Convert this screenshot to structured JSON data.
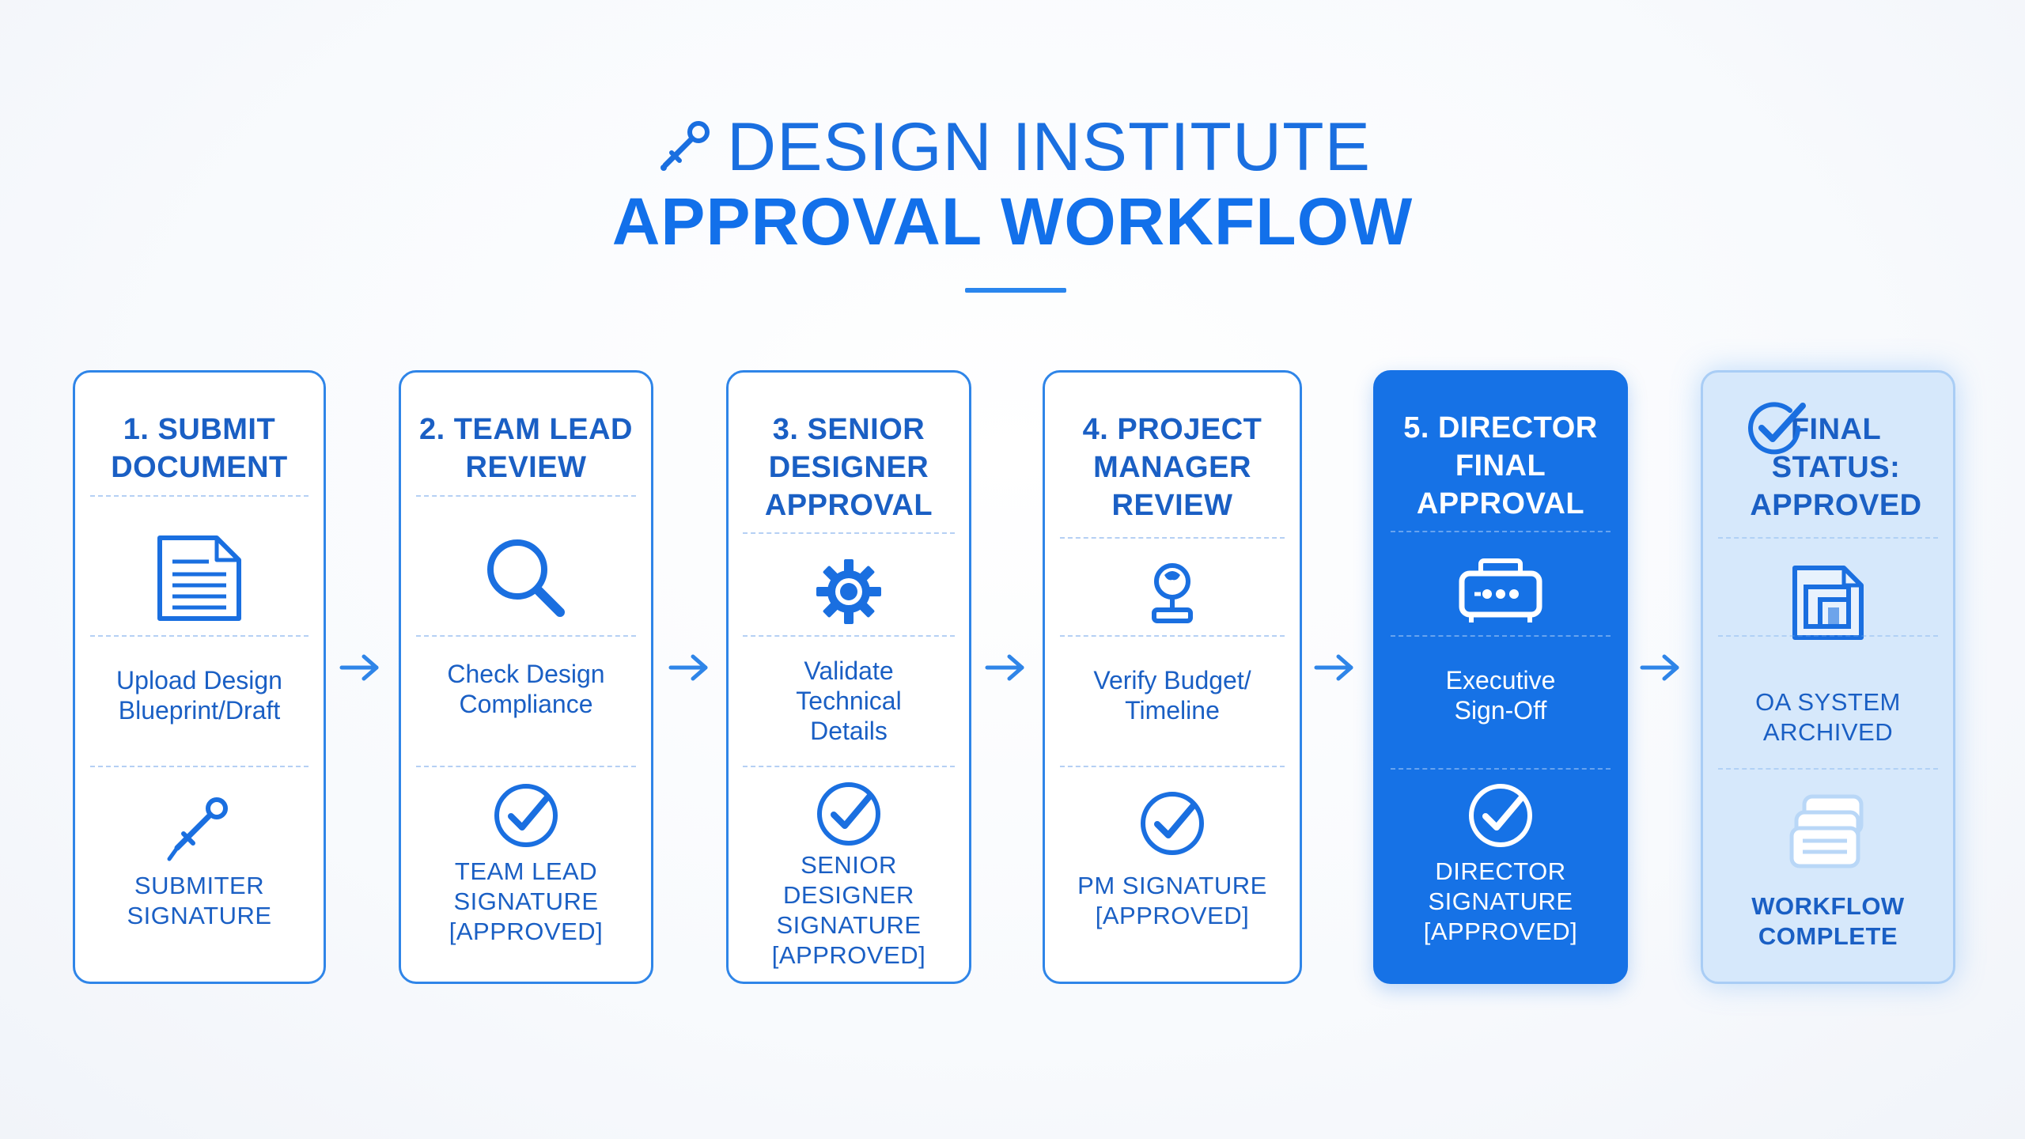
{
  "header": {
    "title_line1": "DESIGN INSTITUTE",
    "title_line2": "APPROVAL WORKFLOW",
    "title_icon": "pen-nib-icon"
  },
  "colors": {
    "primary": "#1672e6",
    "card_border": "#2f85e8",
    "final_card_bg": "#d6e8fb",
    "background": "#f7f9fc"
  },
  "steps": [
    {
      "title": "1. SUBMIT\nDOCUMENT",
      "icon": "document-icon",
      "description": "Upload Design\nBlueprint/Draft",
      "signature_icon": "pen-icon",
      "signature": "SUBMITER\nSIGNATURE"
    },
    {
      "title": "2. TEAM LEAD\nREVIEW",
      "icon": "magnifier-icon",
      "description": "Check Design\nCompliance",
      "signature_icon": "check-circle-icon",
      "signature": "TEAM LEAD\nSIGNATURE\n[APPROVED]"
    },
    {
      "title": "3. SENIOR\nDESIGNER\nAPPROVAL",
      "icon": "gear-icon",
      "description": "Validate\nTechnical\nDetails",
      "signature_icon": "check-circle-icon",
      "signature": "SENIOR\nDESIGNER\nSIGNATURE\n[APPROVED]"
    },
    {
      "title": "4. PROJECT\nMANAGER\nREVIEW",
      "icon": "manager-icon",
      "description": "Verify Budget/\nTimeline",
      "signature_icon": "check-circle-icon",
      "signature": "PM SIGNATURE\n[APPROVED]"
    },
    {
      "title": "5. DIRECTOR\nFINAL\nAPPROVAL",
      "icon": "stamp-device-icon",
      "description": "Executive\nSign-Off",
      "signature_icon": "check-circle-icon",
      "signature": "DIRECTOR\nSIGNATURE\n[APPROVED]"
    },
    {
      "title": "FINAL\nSTATUS:\nAPPROVED",
      "title_icon": "check-circle-icon",
      "icon": "archive-document-icon",
      "description": "OA SYSTEM\nARCHIVED",
      "signature_icon": "stacked-papers-icon",
      "signature": "WORKFLOW\nCOMPLETE"
    }
  ]
}
